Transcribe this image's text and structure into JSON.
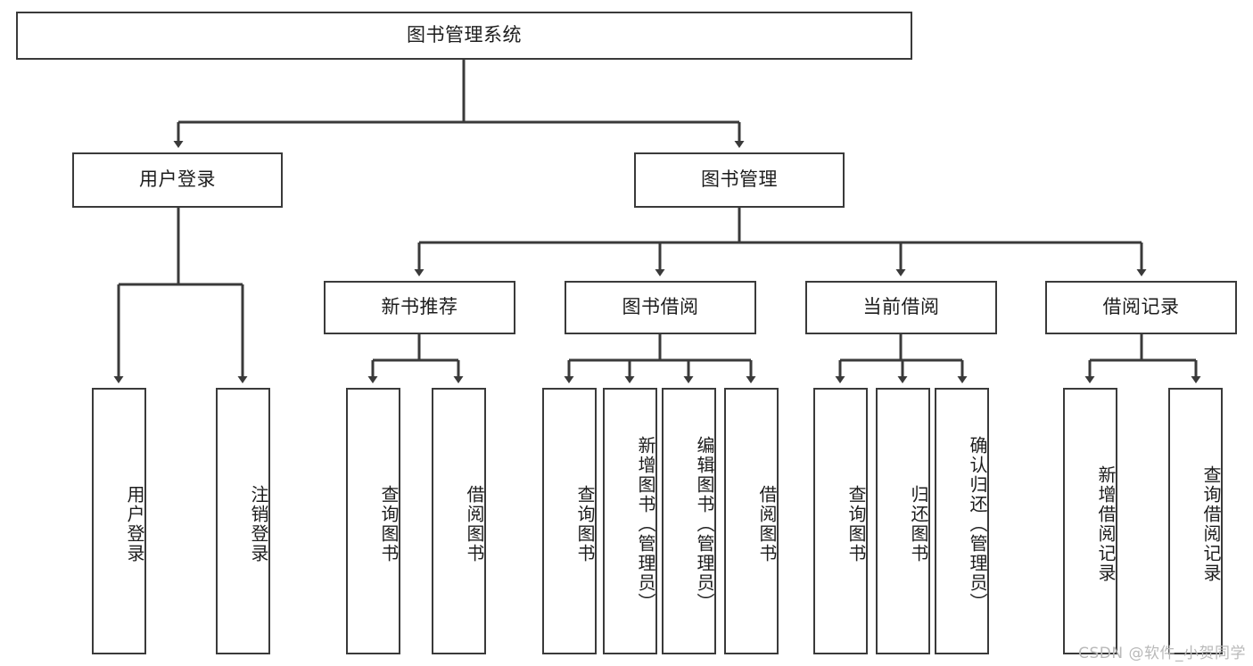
{
  "diagram": {
    "title": "图书管理系统",
    "type": "tree-hierarchy",
    "watermark": "CSDN @软件_小贺同学",
    "colors": {
      "box_border": "#3a3a3a",
      "box_fill": "#ffffff",
      "edge": "#3a3a3a",
      "text": "#1d1d1d",
      "watermark": "#b9b9b9"
    },
    "root": {
      "label": "图书管理系统"
    },
    "level2": [
      {
        "label": "用户登录"
      },
      {
        "label": "图书管理"
      }
    ],
    "level3": [
      {
        "label": "新书推荐"
      },
      {
        "label": "图书借阅"
      },
      {
        "label": "当前借阅"
      },
      {
        "label": "借阅记录"
      }
    ],
    "leaves_user_login": [
      {
        "label": "用户登录"
      },
      {
        "label": "注销登录"
      }
    ],
    "leaves_new_book": [
      {
        "label": "查询图书"
      },
      {
        "label": "借阅图书"
      }
    ],
    "leaves_borrow": [
      {
        "label": "查询图书"
      },
      {
        "label": "新增图书（管理员）"
      },
      {
        "label": "编辑图书（管理员）"
      },
      {
        "label": "借阅图书"
      }
    ],
    "leaves_current": [
      {
        "label": "查询图书"
      },
      {
        "label": "归还图书"
      },
      {
        "label": "确认归还（管理员）"
      }
    ],
    "leaves_record": [
      {
        "label": "新增借阅记录"
      },
      {
        "label": "查询借阅记录"
      }
    ]
  }
}
